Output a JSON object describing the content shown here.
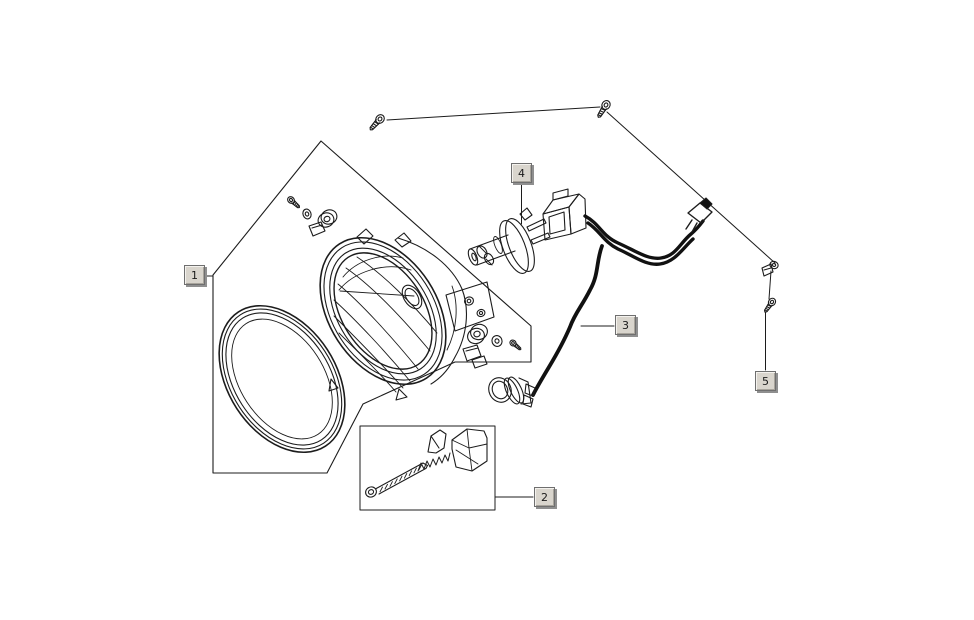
{
  "diagram": {
    "background_color": "#ffffff",
    "line_color": "#1c1c1c",
    "harness_color": "#111111",
    "callout_box": {
      "fill": "#d9d5cd",
      "border": "#6f6f6f",
      "shadow": "#8f8f8f",
      "highlight": "#f4f2ee",
      "text_color": "#1a1a1a"
    },
    "callouts": [
      {
        "label": "1"
      },
      {
        "label": "2"
      },
      {
        "label": "3"
      },
      {
        "label": "4"
      },
      {
        "label": "5"
      }
    ]
  }
}
